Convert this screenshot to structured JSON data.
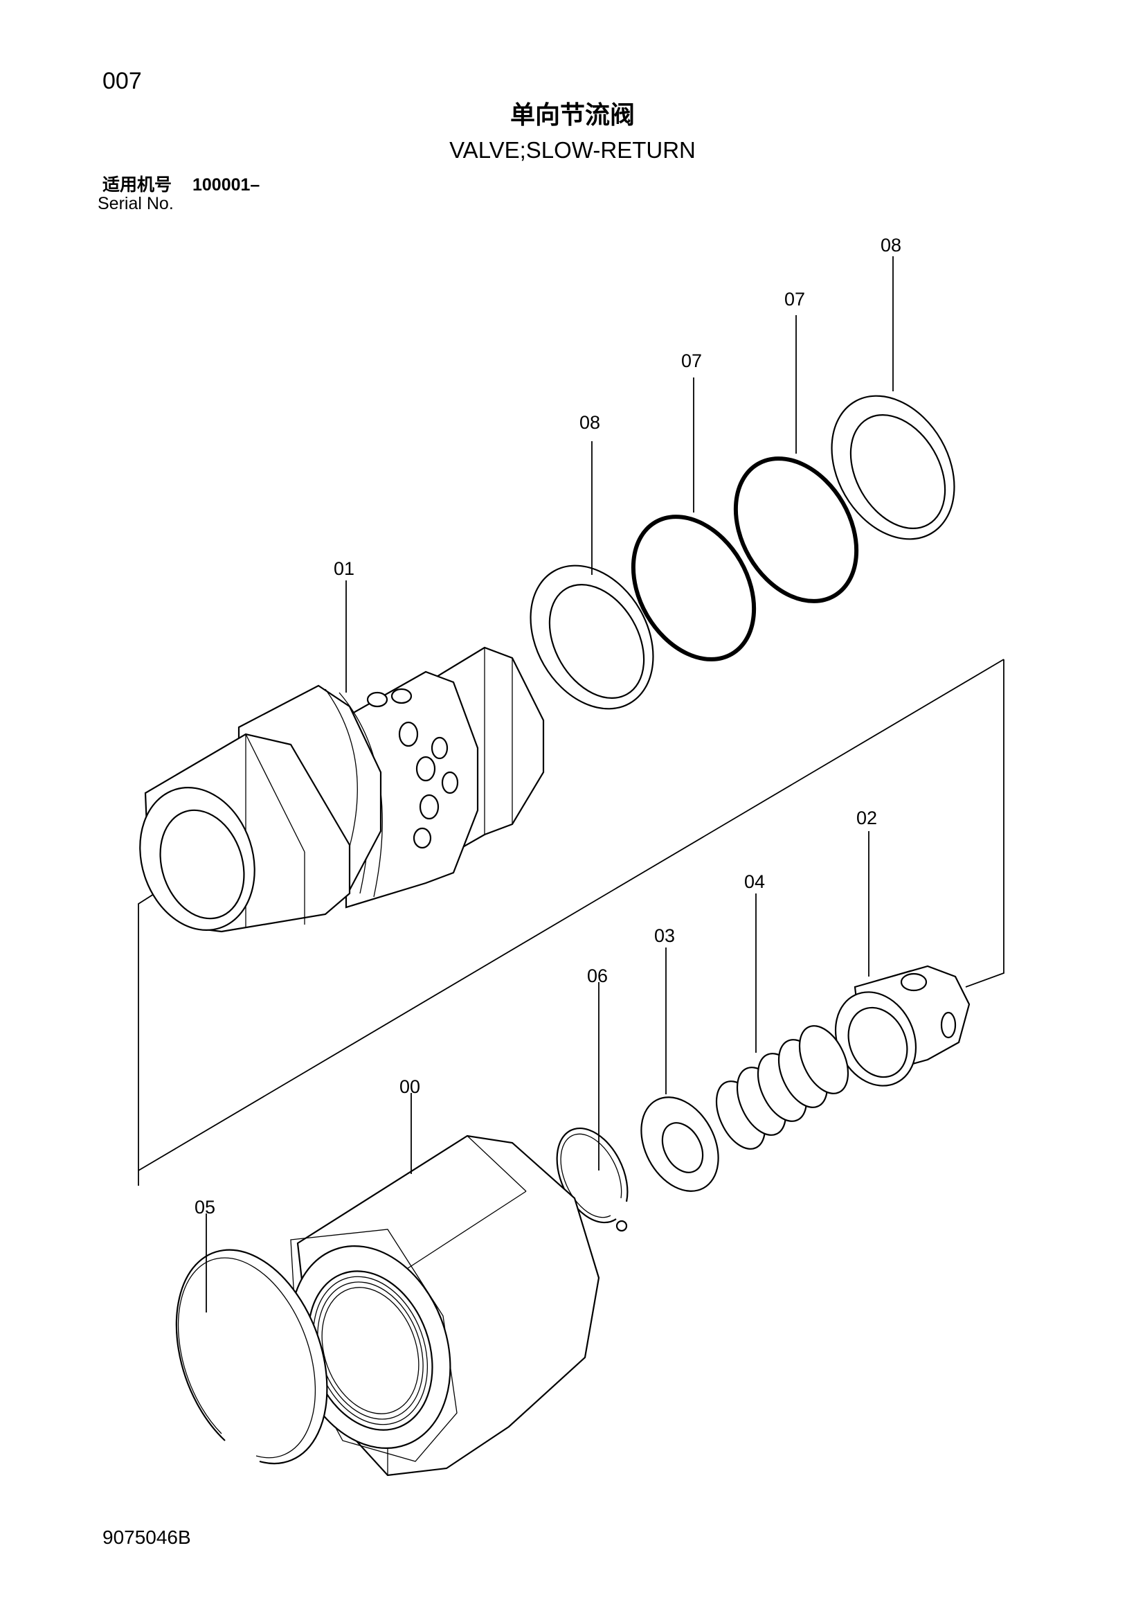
{
  "page_number": "007",
  "title_cn": "单向节流阀",
  "title_en": "VALVE;SLOW-RETURN",
  "serial": {
    "label_cn": "适用机号",
    "value": "100001–",
    "label_en": "Serial No."
  },
  "document_code": "9075046B",
  "callouts": {
    "p00": "00",
    "p01": "01",
    "p02": "02",
    "p03": "03",
    "p04": "04",
    "p05": "05",
    "p06": "06",
    "p07a": "07",
    "p07b": "07",
    "p08a": "08",
    "p08b": "08"
  }
}
